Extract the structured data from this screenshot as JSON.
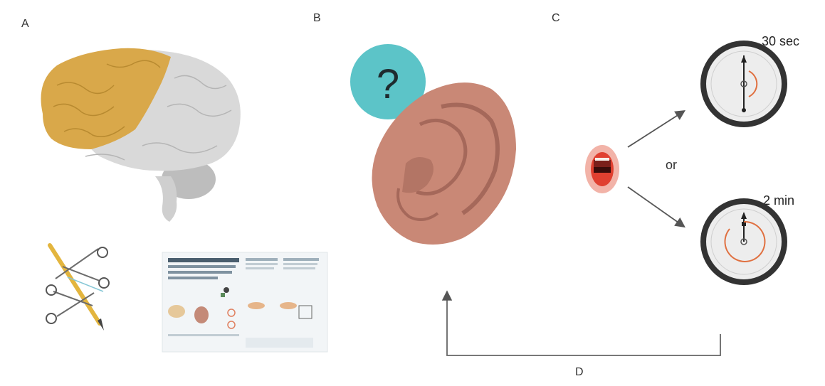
{
  "panels": {
    "a": {
      "label": "A"
    },
    "b": {
      "label": "B",
      "question_mark": "?"
    },
    "c": {
      "label": "C",
      "or_text": "or",
      "short_interval": "30 sec",
      "long_interval": "2 min"
    },
    "d": {
      "label": "D"
    }
  },
  "icons": {
    "brain": "brain-icon",
    "scissors": "scissors-icon",
    "pencil": "pencil-icon",
    "poster": "poster-thumbnail",
    "question": "question-bubble-icon",
    "ear": "ear-icon",
    "mouth": "open-mouth-icon",
    "clock": "clock-icon"
  },
  "colors": {
    "frontal_lobe": "#d9a84a",
    "brain_gray": "#d6d6d6",
    "question_bubble": "#5cc4c8",
    "ear": "#c98876",
    "clock_rim": "#333333",
    "sweep_arc": "#e07040",
    "mouth": "#e04030",
    "arrows": "#555555"
  }
}
